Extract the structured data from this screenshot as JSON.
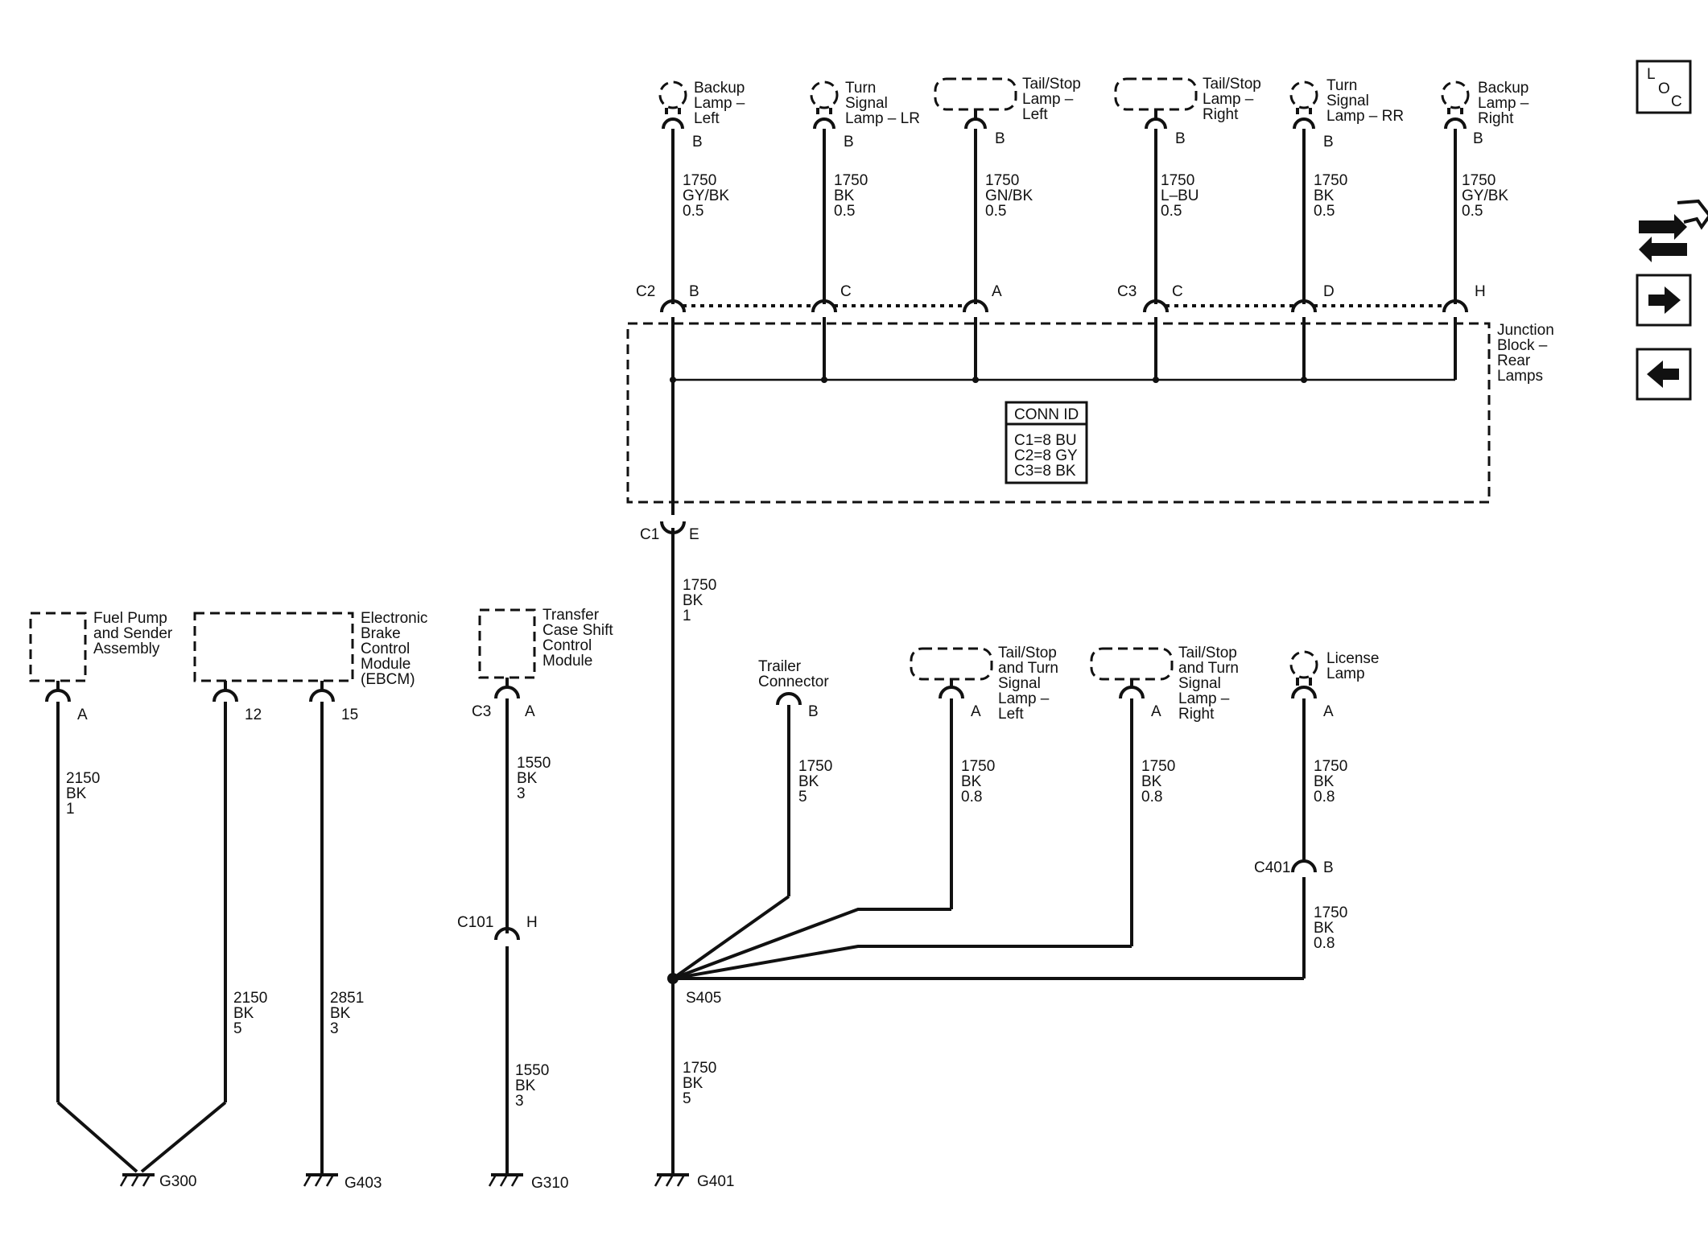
{
  "top_lamps": [
    {
      "name": [
        "Backup",
        "Lamp –",
        "Left"
      ],
      "pin": "B",
      "wire": [
        "1750",
        "GY/BK",
        "0.5"
      ],
      "jb_pin": "B",
      "connector": "C2"
    },
    {
      "name": [
        "Turn",
        "Signal",
        "Lamp – LR"
      ],
      "pin": "B",
      "wire": [
        "1750",
        "BK",
        "0.5"
      ],
      "jb_pin": "C",
      "connector": ""
    },
    {
      "name": [
        "Tail/Stop",
        "Lamp –",
        "Left"
      ],
      "pin": "B",
      "wire": [
        "1750",
        "GN/BK",
        "0.5"
      ],
      "jb_pin": "A",
      "connector": ""
    },
    {
      "name": [
        "Tail/Stop",
        "Lamp –",
        "Right"
      ],
      "pin": "B",
      "wire": [
        "1750",
        "L–BU",
        "0.5"
      ],
      "jb_pin": "C",
      "connector": "C3"
    },
    {
      "name": [
        "Turn",
        "Signal",
        "Lamp – RR"
      ],
      "pin": "B",
      "wire": [
        "1750",
        "BK",
        "0.5"
      ],
      "jb_pin": "D",
      "connector": ""
    },
    {
      "name": [
        "Backup",
        "Lamp –",
        "Right"
      ],
      "pin": "B",
      "wire": [
        "1750",
        "GY/BK",
        "0.5"
      ],
      "jb_pin": "H",
      "connector": ""
    }
  ],
  "junction_block": {
    "label": [
      "Junction",
      "Block –",
      "Rear",
      "Lamps"
    ],
    "conn_id_title": "CONN ID",
    "conn_ids": [
      "C1=8 BU",
      "C2=8 GY",
      "C3=8 BK"
    ],
    "out_connector": "C1",
    "out_pin": "E",
    "out_wire": [
      "1750",
      "BK",
      "1"
    ]
  },
  "splice": {
    "name": "S405",
    "wire_below": [
      "1750",
      "BK",
      "5"
    ],
    "ground": "G401"
  },
  "lower_loads": [
    {
      "name": [
        "Trailer",
        "Connector"
      ],
      "pin": "B",
      "wire": [
        "1750",
        "BK",
        "5"
      ]
    },
    {
      "name": [
        "Tail/Stop",
        "and Turn",
        "Signal",
        "Lamp –",
        "Left"
      ],
      "pin": "A",
      "wire": [
        "1750",
        "BK",
        "0.8"
      ]
    },
    {
      "name": [
        "Tail/Stop",
        "and Turn",
        "Signal",
        "Lamp –",
        "Right"
      ],
      "pin": "A",
      "wire": [
        "1750",
        "BK",
        "0.8"
      ]
    },
    {
      "name": [
        "License",
        "Lamp"
      ],
      "pin": "A",
      "wire": [
        "1750",
        "BK",
        "0.8"
      ],
      "inline_connector": "C401",
      "inline_pin": "B",
      "wire2": [
        "1750",
        "BK",
        "0.8"
      ]
    }
  ],
  "fuel_pump": {
    "name": [
      "Fuel Pump",
      "and Sender",
      "Assembly"
    ],
    "pin": "A",
    "wire": [
      "2150",
      "BK",
      "1"
    ]
  },
  "ebcm": {
    "name": [
      "Electronic",
      "Brake",
      "Control",
      "Module",
      "(EBCM)"
    ],
    "pin1": "12",
    "pin2": "15",
    "wire1": [
      "2150",
      "BK",
      "5"
    ],
    "wire2": [
      "2851",
      "BK",
      "3"
    ],
    "ground2": "G403"
  },
  "fuel_ground": "G300",
  "transfer_case": {
    "name": [
      "Transfer",
      "Case Shift",
      "Control",
      "Module"
    ],
    "connector": "C3",
    "pin": "A",
    "wire": [
      "1550",
      "BK",
      "3"
    ],
    "inline_connector": "C101",
    "inline_pin": "H",
    "wire2": [
      "1550",
      "BK",
      "3"
    ],
    "ground": "G310"
  },
  "nav": {
    "loc_letters": [
      "L",
      "O",
      "C"
    ],
    "icons": [
      "schematic-swap-icon",
      "next-arrow-icon",
      "previous-arrow-icon"
    ]
  }
}
